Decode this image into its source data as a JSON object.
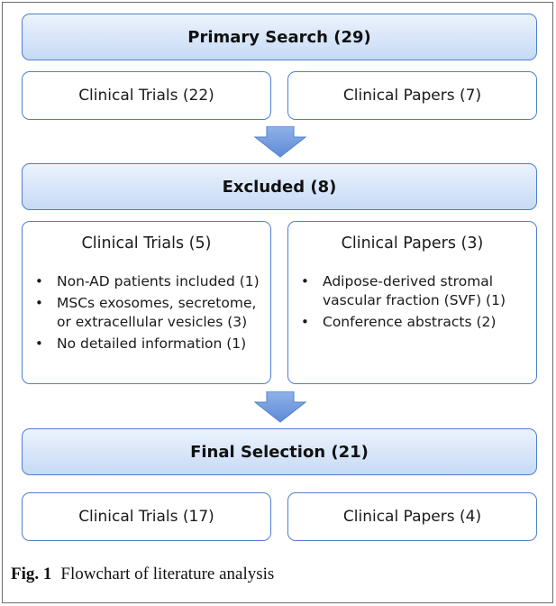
{
  "flowchart": {
    "primary": {
      "title": "Primary Search (29)",
      "left": "Clinical Trials (22)",
      "right": "Clinical Papers (7)"
    },
    "excluded": {
      "title": "Excluded (8)",
      "left": {
        "title": "Clinical Trials (5)",
        "items": [
          "Non-AD patients included (1)",
          "MSCs exosomes, secretome, or extracellular vesicles (3)",
          "No detailed information (1)"
        ]
      },
      "right": {
        "title": "Clinical Papers (3)",
        "items": [
          "Adipose-derived stromal vascular fraction (SVF) (1)",
          "Conference abstracts (2)"
        ]
      }
    },
    "final": {
      "title": "Final Selection (21)",
      "left": "Clinical Trials (17)",
      "right": "Clinical Papers (4)"
    },
    "colors": {
      "border": "#4f7fcd",
      "bar_top": "#ecf3fd",
      "bar_bottom": "#c6daf5",
      "arrow": "#6f98db"
    }
  },
  "caption": {
    "label": "Fig. 1",
    "text": "Flowchart of literature analysis"
  }
}
